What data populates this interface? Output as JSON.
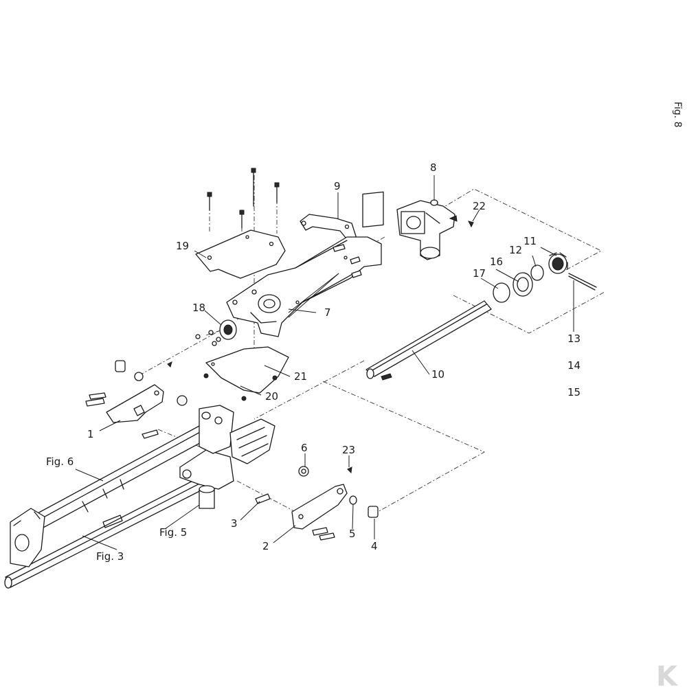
{
  "figure_title": "Fig. 8",
  "part_labels": {
    "p1": "1",
    "p2": "2",
    "p3": "3",
    "p4": "4",
    "p5": "5",
    "p6": "6",
    "p7": "7",
    "p8": "8",
    "p9": "9",
    "p10": "10",
    "p11": "11",
    "p12": "12",
    "p13": "13",
    "p14": "14",
    "p15": "15",
    "p16": "16",
    "p17": "17",
    "p18": "18",
    "p19": "19",
    "p20": "20",
    "p21": "21",
    "p22": "22",
    "p23": "23"
  },
  "figure_refs": {
    "fig3": "Fig. 3",
    "fig5": "Fig. 5",
    "fig6": "Fig. 6"
  },
  "watermark": "K",
  "colors": {
    "line": "#1a1a1a",
    "background": "#ffffff",
    "watermark": "#d8d8d8"
  }
}
